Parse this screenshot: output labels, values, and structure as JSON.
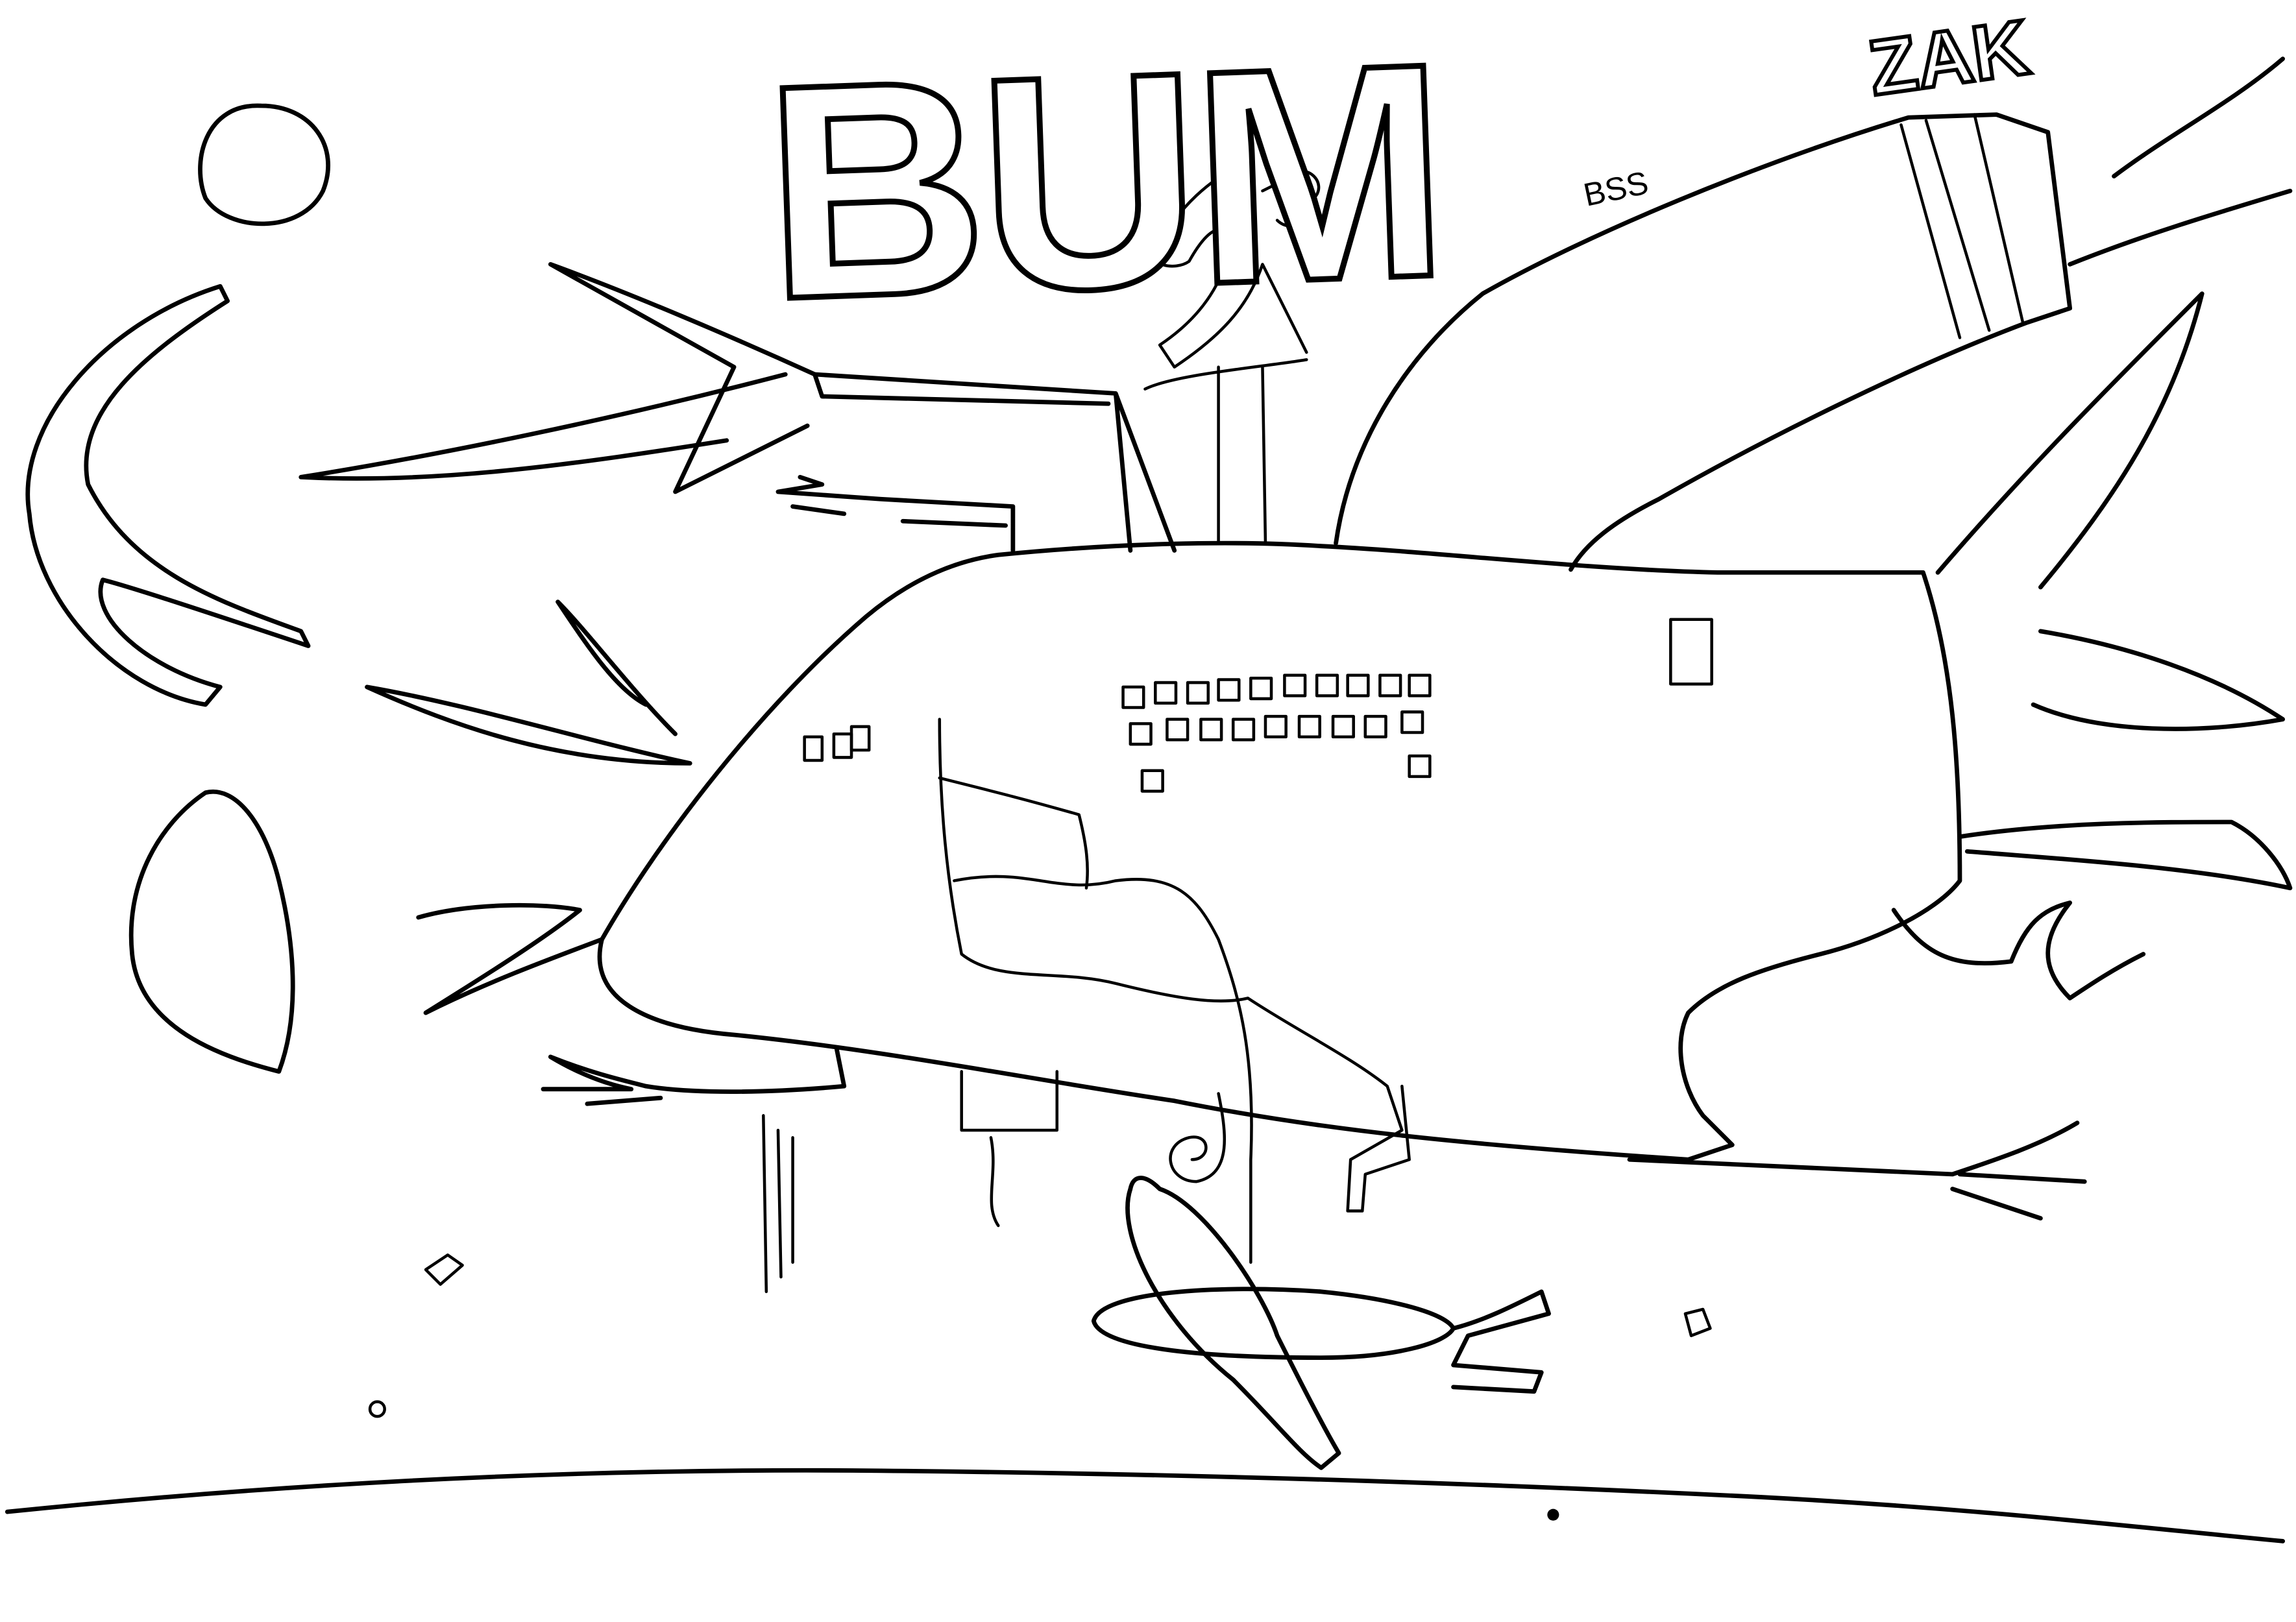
{
  "drawing": {
    "sound_effect_main": "BUM",
    "sound_effect_corner": "ZAK",
    "label_missile": "BSS",
    "line_color": "#000000",
    "background_color": "#ffffff"
  }
}
